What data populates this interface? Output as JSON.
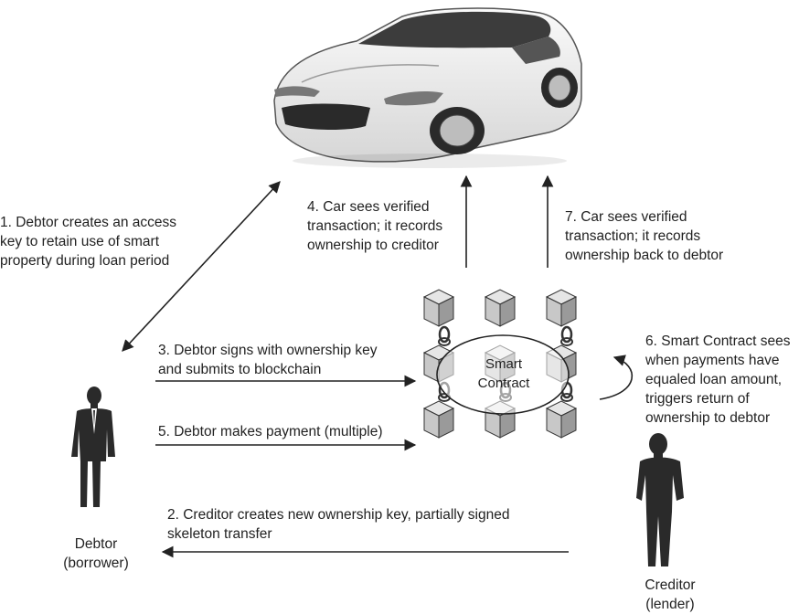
{
  "steps": {
    "step1": [
      "1. Debtor creates an access",
      "key to retain use of smart",
      "property during loan period"
    ],
    "step2": [
      "2. Creditor creates new ownership key, partially signed",
      "skeleton transfer"
    ],
    "step3": [
      "3. Debtor signs with ownership key",
      "and submits to blockchain"
    ],
    "step4": [
      "4. Car sees verified",
      "transaction; it records",
      "ownership to creditor"
    ],
    "step5": [
      "5. Debtor makes payment (multiple)"
    ],
    "step6": [
      "6. Smart Contract sees",
      "when payments have",
      "equaled loan amount,",
      "triggers return of",
      "ownership to debtor"
    ],
    "step7": [
      "7. Car sees verified",
      "transaction; it records",
      "ownership back to debtor"
    ]
  },
  "actors": {
    "debtor": [
      "Debtor",
      "(borrower)"
    ],
    "creditor": [
      "Creditor",
      "(lender)"
    ]
  },
  "contract_label": [
    "Smart",
    "Contract"
  ],
  "icons": {
    "car": "car-illustration",
    "debtor": "businessman-silhouette",
    "creditor": "man-silhouette",
    "blockchain": "blockchain-cubes"
  },
  "colors": {
    "ink": "#222222",
    "cube_face": "#c8c8c8",
    "cube_top": "#e6e6e6",
    "cube_side": "#9a9a9a",
    "car_body": "#efefef"
  }
}
